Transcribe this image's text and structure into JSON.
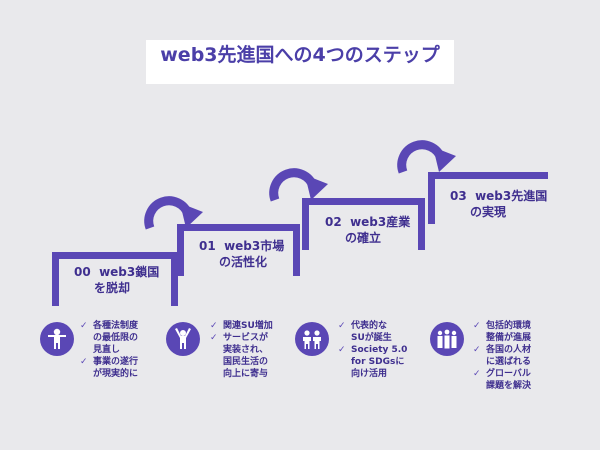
{
  "title": "web3先進国への4つのステップ",
  "colors": {
    "accent": "#4b3fa8",
    "step": "#5a47b5",
    "background": "#e9e9ec"
  },
  "steps": [
    {
      "num": "00",
      "line1": "web3鎖国",
      "line2": "を脱却",
      "icon": "person-arms-out-icon",
      "items": [
        [
          "各種法制度",
          "の最低限の",
          "見直し"
        ],
        [
          "事業の遂行",
          "が現実的に"
        ]
      ]
    },
    {
      "num": "01",
      "line1": "web3市場",
      "line2": "の活性化",
      "icon": "person-arms-up-icon",
      "items": [
        [
          "関連SU増加"
        ],
        [
          "サービスが",
          "実装され、",
          "国民生活の",
          "向上に寄与"
        ]
      ]
    },
    {
      "num": "02",
      "line1": "web3産業",
      "line2": "の確立",
      "icon": "two-people-icon",
      "items": [
        [
          "代表的な",
          "SUが誕生"
        ],
        [
          "Society 5.0",
          "for SDGsに",
          "向け活用"
        ]
      ]
    },
    {
      "num": "03",
      "line1": "web3先進国",
      "line2": "の実現",
      "icon": "group-people-icon",
      "items": [
        [
          "包括的環境",
          "整備が進展"
        ],
        [
          "各国の人材",
          "に選ばれる"
        ],
        [
          "グローバル",
          "課題を解決"
        ]
      ]
    }
  ]
}
